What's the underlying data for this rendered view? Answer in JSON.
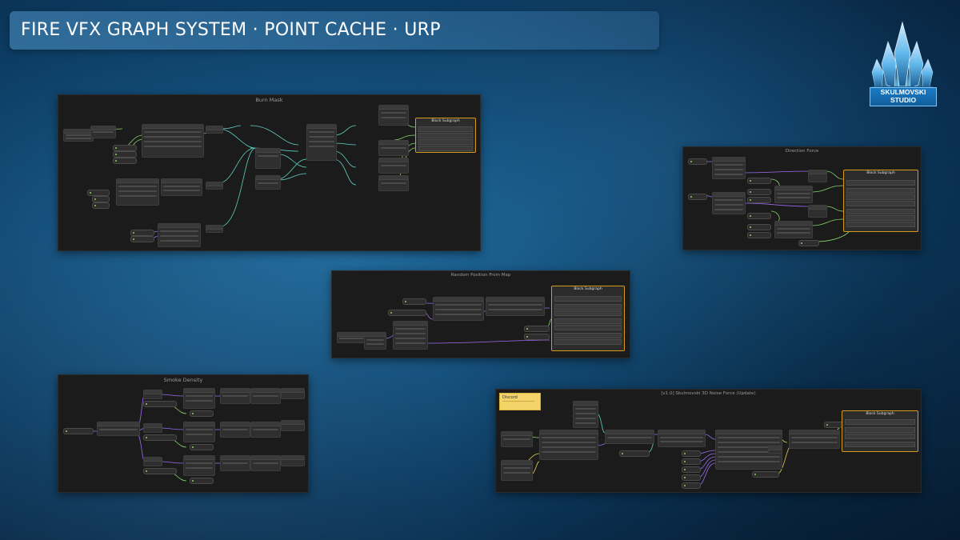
{
  "header": {
    "title": "FIRE VFX GRAPH SYSTEM · POINT CACHE · URP"
  },
  "brand": {
    "line1": "SKULMOVSKI",
    "line2": "STUDIO"
  },
  "panels": {
    "burn_mask": {
      "title": "Burn Mask",
      "block_title": "Block Subgraph"
    },
    "direction_force": {
      "title": "Direction Force",
      "block_title": "Block Subgraph"
    },
    "random_position": {
      "title": "Random Position From Map",
      "block_title": "Block Subgraph"
    },
    "smoke_density": {
      "title": "Smoke Density"
    },
    "noise_force": {
      "title": "[v1.0] Skulmovski 3D Noise Force (Update)",
      "block_title": "Block Subgraph",
      "sticky_title": "Discord"
    }
  },
  "colors": {
    "wire_green": "#8bd36c",
    "wire_teal": "#5fd1c4",
    "wire_purple": "#9b6cf0",
    "wire_yellow": "#e6d25a",
    "block_border": "#d79a1a"
  }
}
